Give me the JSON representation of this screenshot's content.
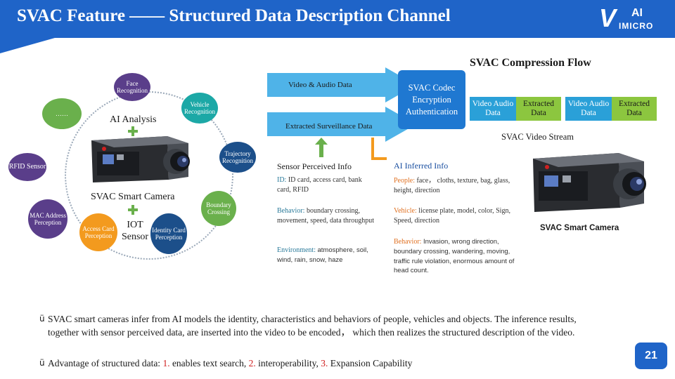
{
  "header": {
    "title": "SVAC Feature —— Structured Data Description Channel",
    "logo_ai": "AI",
    "logo_imicro": "IMICRO",
    "logo_v": "V"
  },
  "compression_flow": {
    "title": "SVAC Compression Flow",
    "video_audio_arrow": "Video & Audio Data",
    "extracted_arrow": "Extracted Surveillance Data",
    "codec_box": "SVAC Codec Encryption Authentication",
    "stream_blocks": [
      {
        "label": "Video Audio Data",
        "color": "#2aa0d8"
      },
      {
        "label": "Extracted Data",
        "color": "#8cc63f"
      },
      {
        "label": "Video Audio Data",
        "color": "#2aa0d8"
      },
      {
        "label": "Extracted Data",
        "color": "#8cc63f"
      }
    ],
    "stream_label": "SVAC Video Stream"
  },
  "ai_analysis": {
    "center_label": "AI Analysis",
    "camera_label": "SVAC Smart Camera",
    "iot_label": "IOT Sensor",
    "circles": {
      "face": "Face Recognition",
      "vehicle": "Vehicle Recognition",
      "dots": "……",
      "trajectory": "Trajectory Recognition",
      "boundary": "Boundary Crossing",
      "rfid": "RFID Sensor",
      "mac": "MAC Address Perception",
      "access": "Access Card Perception",
      "identity": "Identity Card Perception"
    }
  },
  "info": {
    "sensor_header": "Sensor Perceived Info",
    "ai_header": "AI Inferred Info",
    "sensor_id_label": "ID:",
    "sensor_id_text": "ID card, access card, bank card, RFID",
    "sensor_behavior_label": "Behavior:",
    "sensor_behavior_text": "boundary crossing, movement, speed, data throughput",
    "sensor_env_label": "Environment:",
    "sensor_env_text": "atmosphere, soil, wind, rain, snow, haze",
    "ai_people_label": "People:",
    "ai_people_text": "face， cloths, texture, bag, glass, height, direction",
    "ai_vehicle_label": "Vehicle:",
    "ai_vehicle_text": "license plate, model, color, Sign, Speed, direction",
    "ai_behavior_label": "Behavior:",
    "ai_behavior_text": "Invasion, wrong direction, boundary crossing, wandering, moving, traffic rule violation, enormous amount of head count.",
    "camera_label": "SVAC Smart Camera"
  },
  "bullets": {
    "b1": "SVAC smart cameras infer from AI models the identity, characteristics and behaviors of people, vehicles and objects. The inference results, together with sensor perceived data, are inserted into the video to be encoded， which then realizes the structured description of the video.",
    "b2_prefix": "Advantage of structured data:",
    "b2_n1": "1.",
    "b2_t1": "enables text search,",
    "b2_n2": "2.",
    "b2_t2": "interoperability,",
    "b2_n3": "3.",
    "b2_t3": "Expansion Capability",
    "check": "ü"
  },
  "page_number": "21",
  "colors": {
    "header_blue": "#1f64c8",
    "arrow_blue": "#4fb3e8",
    "codec_blue": "#1f78d1",
    "green": "#6ab04c",
    "orange": "#f39a1e",
    "teal": "#1ca8a6",
    "navy": "#1c4f8a",
    "purple": "#5a3e8a",
    "red": "#d01f1f"
  }
}
